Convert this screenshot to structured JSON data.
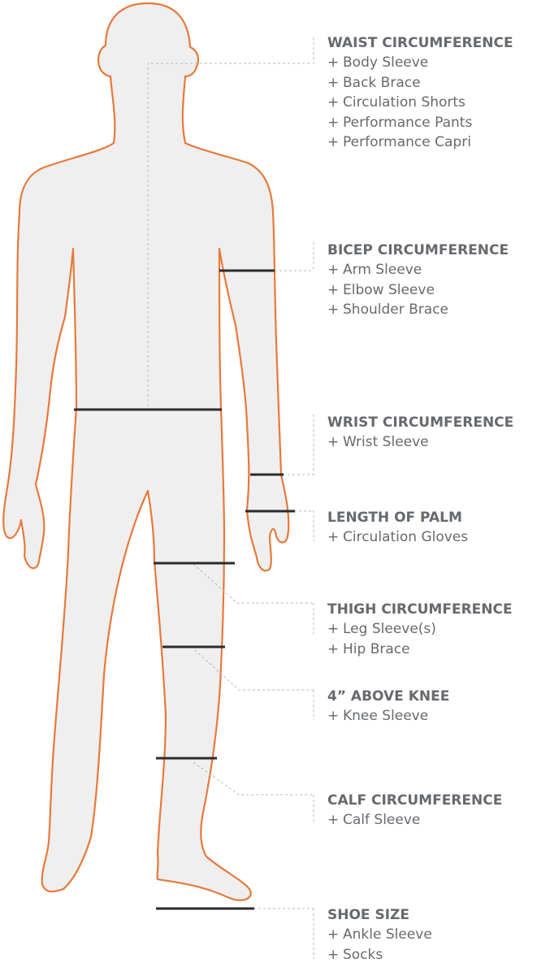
{
  "colors": {
    "body_fill": "#efefef",
    "body_outline": "#e8793a",
    "measure_line": "#2b2b2b",
    "leader_line": "#b8b8b8",
    "text": "#666a6e"
  },
  "measurements": [
    {
      "id": "waist",
      "title": "WAIST CIRCUMFERENCE",
      "items": [
        "Body Sleeve",
        "Back Brace",
        "Circulation Shorts",
        "Performance Pants",
        "Performance Capri"
      ]
    },
    {
      "id": "bicep",
      "title": "BICEP CIRCUMFERENCE",
      "items": [
        "Arm Sleeve",
        "Elbow Sleeve",
        "Shoulder Brace"
      ]
    },
    {
      "id": "wrist",
      "title": "WRIST CIRCUMFERENCE",
      "items": [
        "Wrist Sleeve"
      ]
    },
    {
      "id": "palm",
      "title": "LENGTH OF PALM",
      "items": [
        "Circulation Gloves"
      ]
    },
    {
      "id": "thigh",
      "title": "THIGH CIRCUMFERENCE",
      "items": [
        "Leg Sleeve(s)",
        "Hip Brace"
      ]
    },
    {
      "id": "knee",
      "title": "4” ABOVE KNEE",
      "items": [
        "Knee Sleeve"
      ]
    },
    {
      "id": "calf",
      "title": "CALF CIRCUMFERENCE",
      "items": [
        "Calf Sleeve"
      ]
    },
    {
      "id": "shoe",
      "title": "SHOE SIZE",
      "items": [
        "Ankle Sleeve",
        "Socks"
      ]
    }
  ],
  "item_prefix": "+"
}
